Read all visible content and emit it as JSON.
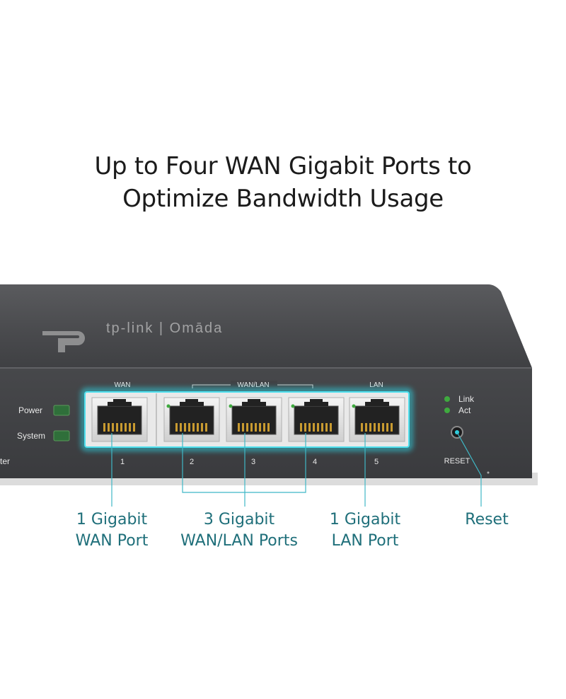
{
  "headline": {
    "line1": "Up to Four WAN Gigabit Ports to",
    "line2": "Optimize Bandwidth Usage"
  },
  "device": {
    "brand_logo_text": "tp-link | Omāda",
    "group_labels": {
      "wan": "WAN",
      "wan_lan": "WAN/LAN",
      "lan": "LAN"
    },
    "port_numbers": [
      "1",
      "2",
      "3",
      "4",
      "5"
    ],
    "leds": {
      "power": "Power",
      "system": "System"
    },
    "status_legend": {
      "link": "Link",
      "act": "Act"
    },
    "reset_label": "RESET",
    "model_tail": "ter",
    "colors": {
      "body": "#3c3d3f",
      "highlight": "#2fd0e0",
      "led_green": "#3faa3f"
    }
  },
  "callouts": {
    "wan": {
      "line1": "1 Gigabit",
      "line2": "WAN Port"
    },
    "wanlan": {
      "line1": "3 Gigabit",
      "line2": "WAN/LAN Ports"
    },
    "lan": {
      "line1": "1 Gigabit",
      "line2": "LAN Port"
    },
    "reset": {
      "line1": "Reset"
    },
    "color": "#1f6f7a"
  }
}
